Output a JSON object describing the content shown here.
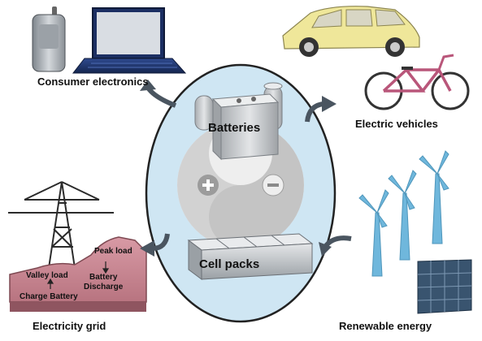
{
  "labels": {
    "consumer_electronics": "Consumer electronics",
    "electric_vehicles": "Electric vehicles",
    "electricity_grid": "Electricity grid",
    "renewable_energy": "Renewable energy"
  },
  "center": {
    "batteries": "Batteries",
    "cell_packs": "Cell packs",
    "plus_symbol": "+",
    "minus_symbol": "−"
  },
  "grid_profile": {
    "peak_load": "Peak load",
    "valley_load": "Valley load",
    "battery_discharge_line1": "Battery",
    "battery_discharge_line2": "Discharge",
    "charge_battery": "Charge Battery"
  },
  "colors": {
    "ellipse_fill": "#cfe6f3",
    "ellipse_stroke": "#222222",
    "arrow": "#4a5560",
    "car": "#efe79a",
    "bike": "#b9567a",
    "turbine": "#6fb7dc",
    "solar": "#39546f",
    "terrain": "#c98a95"
  }
}
